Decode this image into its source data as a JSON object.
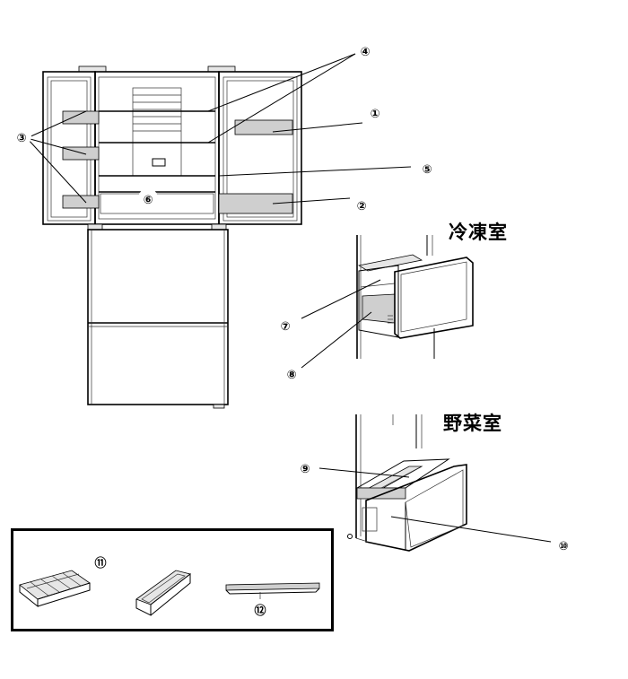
{
  "callouts": {
    "c1": "①",
    "c2": "②",
    "c3": "③",
    "c4": "④",
    "c5": "⑤",
    "c6": "⑥",
    "c7": "⑦",
    "c8": "⑧",
    "c9": "⑨",
    "c10": "⑩",
    "c11": "⑪",
    "c12": "⑫"
  },
  "sections": {
    "freezer": "冷凍室",
    "vegetable": "野菜室"
  }
}
